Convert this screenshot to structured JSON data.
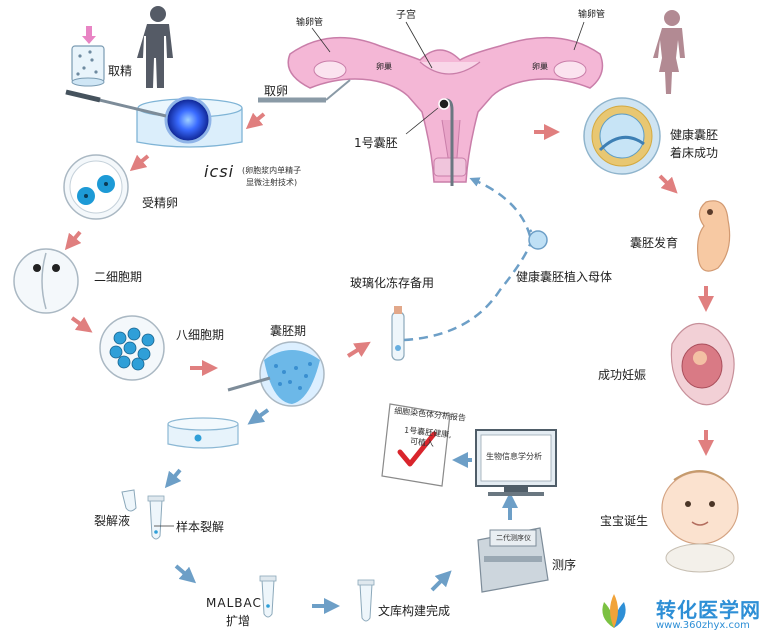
{
  "labels": {
    "oviduct_left": "输卵管",
    "uterus": "子宫",
    "oviduct_right": "输卵管",
    "ovary_left": "卵巢",
    "ovary_right": "卵巢",
    "sperm_retrieval": "取精",
    "egg_retrieval": "取卵",
    "embryo_1": "1号囊胚",
    "icsi": "icsi",
    "icsi_note_1": "(卵胞浆内单精子",
    "icsi_note_2": "显微注射技术)",
    "fertilized_egg": "受精卵",
    "two_cell": "二细胞期",
    "eight_cell": "八细胞期",
    "blastocyst_stage": "囊胚期",
    "vitrification": "玻璃化冻存备用",
    "transfer": "健康囊胚植入母体",
    "implant_1": "健康囊胚",
    "implant_2": "着床成功",
    "embryo_dev": "囊胚发育",
    "pregnancy": "成功妊娠",
    "birth": "宝宝诞生",
    "lysis_solution": "裂解液",
    "sample_lysis": "样本裂解",
    "malbac": "MALBAC",
    "amplification": "扩增",
    "library_done": "文库构建完成",
    "sequencing": "测序",
    "report_title": "细胞染色体分析报告",
    "report_line_1": "1号囊胚健康,",
    "report_line_2": "可植入",
    "monitor_text": "生物信息学分析",
    "sequencer_text": "二代测序仪"
  },
  "watermark": {
    "title": "转化医学网",
    "url": "www.360zhyx.com"
  },
  "colors": {
    "arrow": "#e07f7f",
    "arrow_blue": "#6d9fc7",
    "uterus": "#f4b7d6",
    "cell_blue": "#2f9fd8",
    "watermark": "#2e8fd6"
  },
  "icons": [
    "male-figure-icon",
    "female-figure-icon",
    "pointer-arrow-icon",
    "check-mark-icon",
    "lotus-logo-icon"
  ]
}
